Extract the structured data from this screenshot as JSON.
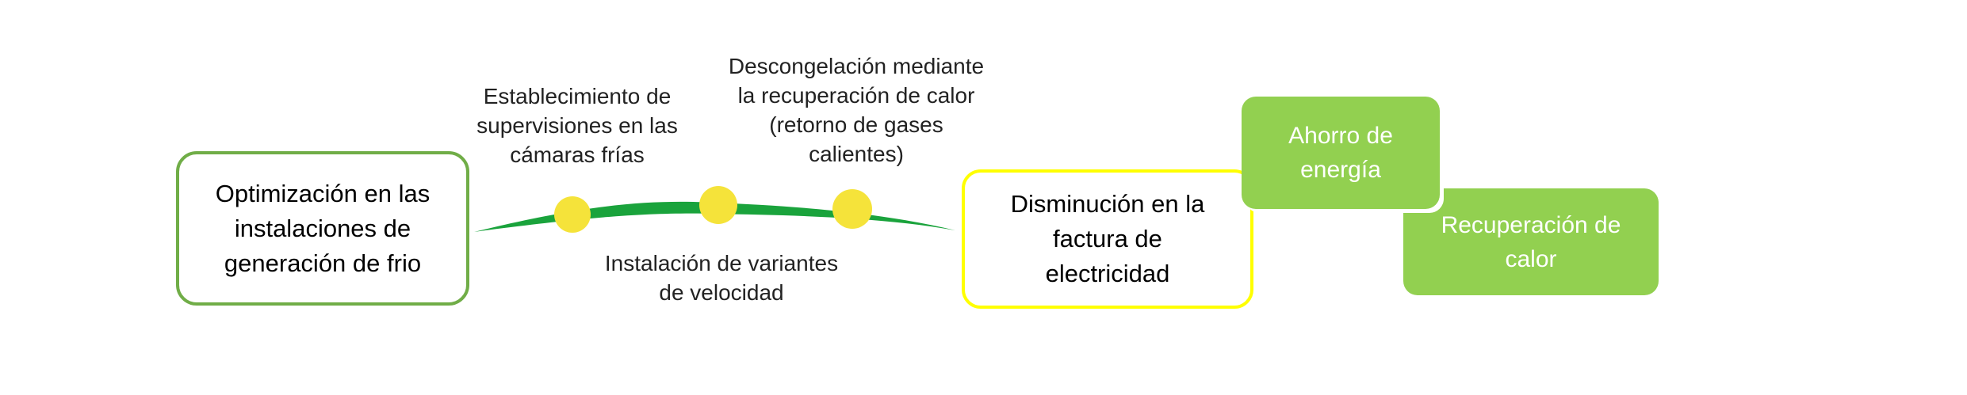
{
  "boxes": {
    "left": "Optimización en las\ninstalaciones de\ngeneración de frio",
    "middle": "Disminución en la\nfactura de\nelectricidad",
    "ahorro": "Ahorro de\nenergía",
    "recuperacion": "Recuperación de\ncalor"
  },
  "labels": {
    "supervisiones": "Establecimiento de\nsupervisiones en las\ncámaras frías",
    "descongelacion": "Descongelación mediante\nla recuperación de calor\n(retorno de gases\ncalientes)",
    "variantes": "Instalación de variantes\nde velocidad"
  },
  "colors": {
    "left_border": "#70ad47",
    "middle_border": "#ffff00",
    "green_fill": "#92d050",
    "arrow": "#1aa33c",
    "dots": "#f5e33a"
  }
}
